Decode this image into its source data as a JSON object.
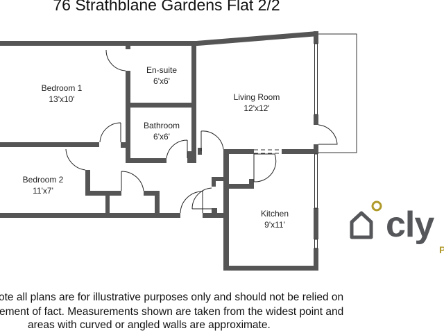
{
  "title": "76 Strathblane Gardens Flat 2/2",
  "rooms": [
    {
      "name": "Bedroom 1",
      "size": "13'x10'"
    },
    {
      "name": "En-suite",
      "size": "6'x6'"
    },
    {
      "name": "Bathroom",
      "size": "6'x6'"
    },
    {
      "name": "Living Room",
      "size": "12'x12'"
    },
    {
      "name": "Bedroom 2",
      "size": "11'x7'"
    },
    {
      "name": "Kitchen",
      "size": "9'x11'"
    }
  ],
  "logo": {
    "text": "cly",
    "sub": "P",
    "colors": {
      "grey": "#55565a",
      "gold": "#b09a2a"
    }
  },
  "disclaimer": [
    "ote all plans are for illustrative purposes only and should not be relied on",
    "ement of fact. Measurements shown are taken from the widest point and",
    "areas with curved or angled walls are approximate."
  ],
  "colors": {
    "wall": "#555555"
  }
}
